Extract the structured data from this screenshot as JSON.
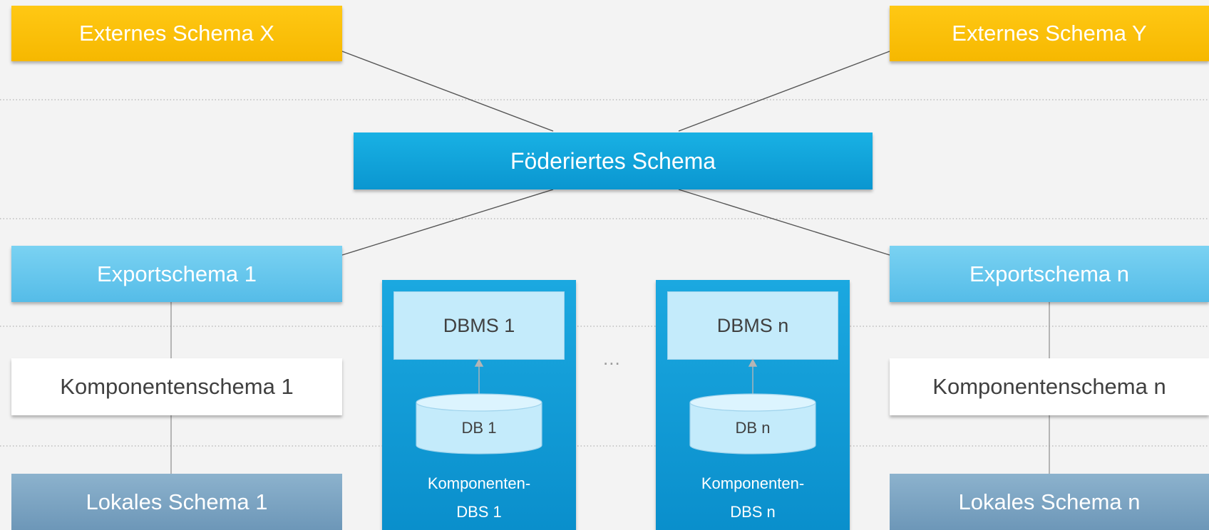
{
  "external": {
    "x_label": "Externes Schema X",
    "y_label": "Externes Schema Y"
  },
  "federated": {
    "label": "Föderiertes Schema"
  },
  "left": {
    "export_label": "Exportschema 1",
    "component_label": "Komponentenschema 1",
    "local_label": "Lokales Schema 1"
  },
  "right": {
    "export_label": "Exportschema n",
    "component_label": "Komponentenschema n",
    "local_label": "Lokales Schema n"
  },
  "dbs1": {
    "dbms_label": "DBMS 1",
    "db_label": "DB 1",
    "caption_line1": "Komponenten-",
    "caption_line2": "DBS 1"
  },
  "dbsn": {
    "dbms_label": "DBMS n",
    "db_label": "DB n",
    "caption_line1": "Komponenten-",
    "caption_line2": "DBS n"
  },
  "ellipsis": "...",
  "colors": {
    "external": "#FFC000",
    "federated": "#0FA0DA",
    "export": "#62C4EE",
    "component": "#FFFFFF",
    "local": "#7FA5C4",
    "dbs": "#0F9AD6",
    "dbms": "#C4EBFB",
    "background": "#F3F3F3"
  }
}
